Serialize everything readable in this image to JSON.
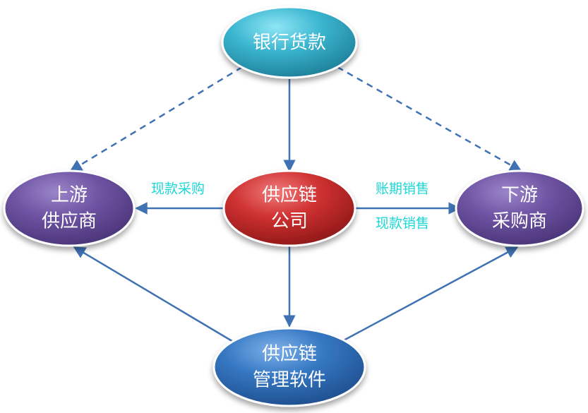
{
  "nodes": {
    "bank_loan": {
      "line1": "银行货款",
      "line2": ""
    },
    "upstream": {
      "line1": "上游",
      "line2": "供应商"
    },
    "center": {
      "line1": "供应链",
      "line2": "公司"
    },
    "downstream": {
      "line1": "下游",
      "line2": "采购商"
    },
    "software": {
      "line1": "供应链",
      "line2": "管理软件"
    }
  },
  "edge_labels": {
    "cash_purchase": "现款采购",
    "credit_sales": "账期销售",
    "cash_sales": "现款销售"
  },
  "colors": {
    "teal": "#2fa7c2",
    "purple": "#6b4f9f",
    "red": "#c42828",
    "blue": "#2f6cb4",
    "arrow": "#3f72b3",
    "label": "#1ed6d6"
  }
}
